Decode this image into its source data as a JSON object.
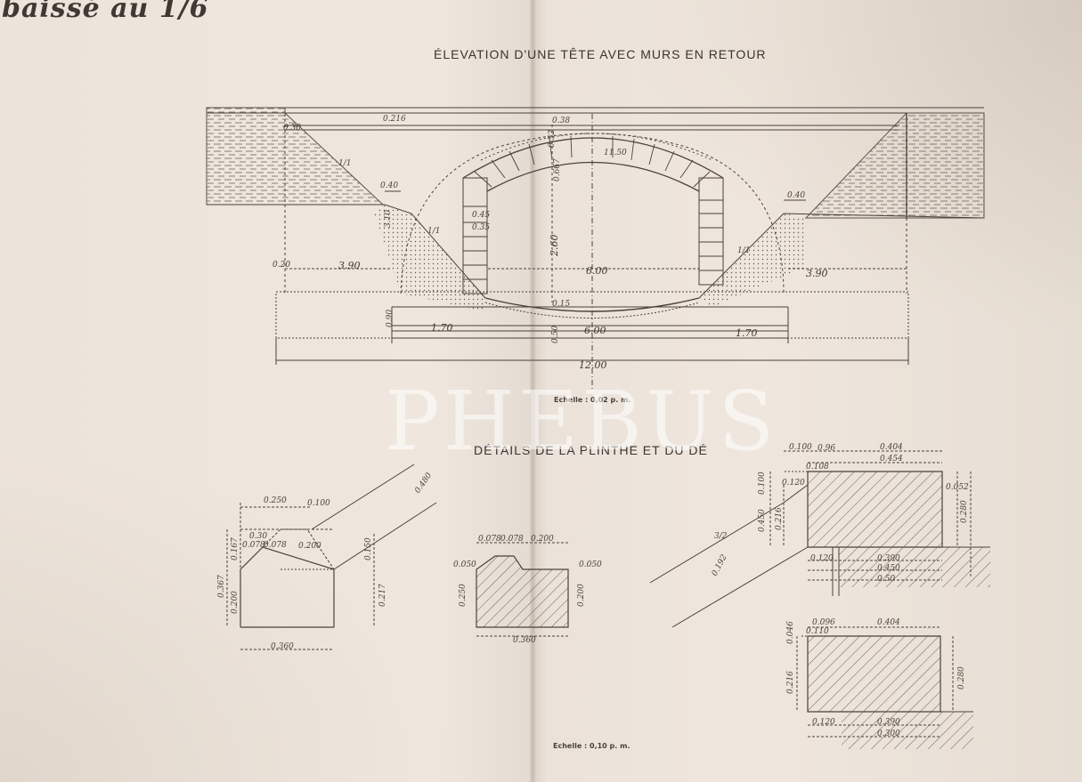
{
  "fragment_title": "baissé au 1/6",
  "elevation": {
    "title": "ÉLEVATION D'UNE TÊTE AVEC MURS EN RETOUR",
    "scale": "Echelle : 0,02 p. m.",
    "dims": {
      "d_top_a": "0.216",
      "d_top_b": "0.38",
      "d_keystone": "0.52",
      "d_arch_r": "11.50",
      "d_arch_h": "0.667",
      "d_small_l": "0.30",
      "d_left_top": "0.40",
      "d_right_top": "0.40",
      "d_slope_l": "1/1",
      "d_slope_r": "1/1",
      "d_slope_l2": "1/1",
      "d_pier_a": "0.45",
      "d_pier_b": "0.35",
      "d_rise": "2.60",
      "d_span": "6.00",
      "d_wall_h": "3.10",
      "d_foot": "0.20",
      "d_left_len": "3.90",
      "d_right_len": "3.90",
      "d_base": "0.15",
      "d_found_h": "0.90",
      "d_lower_l": "1.70",
      "d_lower_span": "6.00",
      "d_lower_r": "1.70",
      "d_small_v": "0.50",
      "d_total": "12.00"
    }
  },
  "details": {
    "title": "DÉTAILS DE LA PLINTHE ET DU DÉ",
    "scale": "Echelle : 0,10 p. m.",
    "fig1": {
      "d_top": "0.250",
      "d_top2": "0.100",
      "d_diag": "0.480",
      "d_a": "0.30",
      "d_b": "0.078",
      "d_c": "0.078",
      "d_d": "0.200",
      "d_h1": "0.367",
      "d_h2": "0.167",
      "d_h3": "0.200",
      "d_r1": "0.150",
      "d_r2": "0.217",
      "d_base": "0.360"
    },
    "fig2": {
      "d_a": "0.078",
      "d_b": "0.078",
      "d_top": "0.200",
      "d_l1": "0.050",
      "d_l2": "0.250",
      "d_r1": "0.050",
      "d_r2": "0.200",
      "d_base": "0.360"
    },
    "fig3": {
      "d_t1": "0.100",
      "d_t2": "0.96",
      "d_t3": "0.404",
      "d_t4": "0.454",
      "d_s1": "0.120",
      "d_s2": "0.108",
      "d_v1": "0.100",
      "d_v2": "0.216",
      "d_v3": "0.450",
      "d_r1": "0.052",
      "d_r2": "0.280",
      "d_slope": "3/2",
      "d_diag": "0.192",
      "d_b1": "0.120",
      "d_b2": "0.390",
      "d_b3": "0.450",
      "d_b4": "0.50"
    },
    "fig4": {
      "d_t1": "0.096",
      "d_t2": "0.404",
      "d_s1": "0.110",
      "d_v1": "0.046",
      "d_v2": "0.216",
      "d_r1": "0.280",
      "d_b1": "0.120",
      "d_b2": "0.390",
      "d_b3": "0.300"
    }
  },
  "watermark": "PHEBUS"
}
